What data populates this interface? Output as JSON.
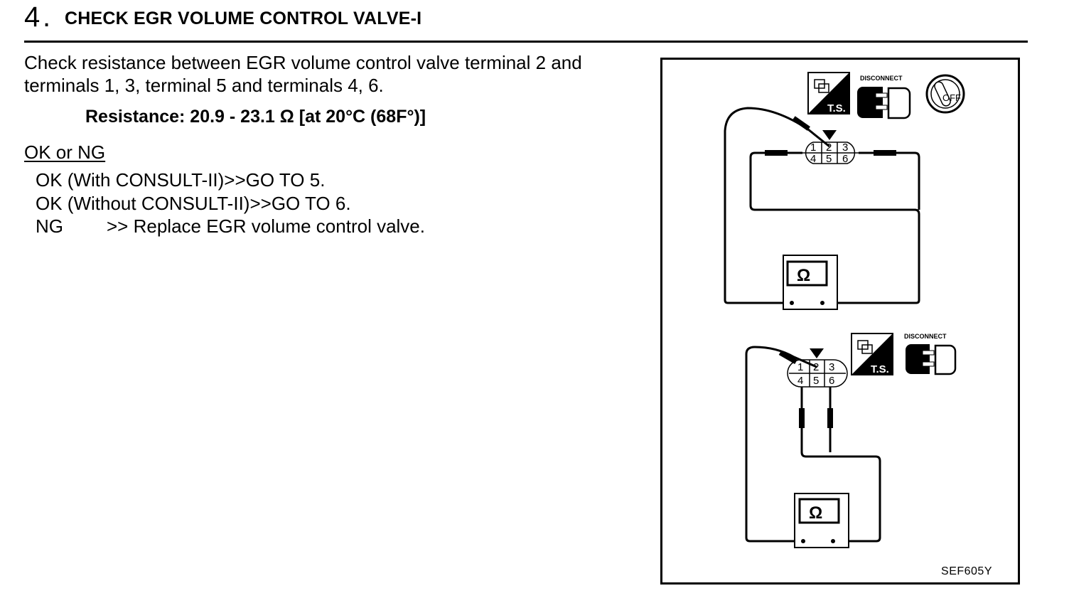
{
  "step": {
    "number": "4",
    "title": "CHECK EGR VOLUME CONTROL VALVE-I"
  },
  "instruction": {
    "line1": "Check resistance between EGR volume control valve terminal 2 and",
    "line2": "terminals 1, 3, terminal 5 and terminals 4, 6."
  },
  "spec": "Resistance: 20.9 - 23.1 Ω [at 20°C (68F°)]",
  "okng": {
    "heading": "OK or NG",
    "results": [
      {
        "key": "OK",
        "text": "OK (With CONSULT-II)>>GO TO 5."
      },
      {
        "key": "OK",
        "text": "OK (Without CONSULT-II)>>GO TO 6."
      },
      {
        "key": "NG",
        "text": ">> Replace EGR volume control valve."
      }
    ]
  },
  "figure": {
    "code": "SEF605Y",
    "disconnect_label": "DISCONNECT",
    "ts_label": "T.S.",
    "off_label": "OFF",
    "ohm_symbol": "Ω",
    "terminals": [
      "1",
      "2",
      "3",
      "4",
      "5",
      "6"
    ],
    "icons": [
      "ts-harness-icon",
      "disconnect-icon",
      "ignition-off-icon",
      "ohmmeter-icon"
    ]
  }
}
